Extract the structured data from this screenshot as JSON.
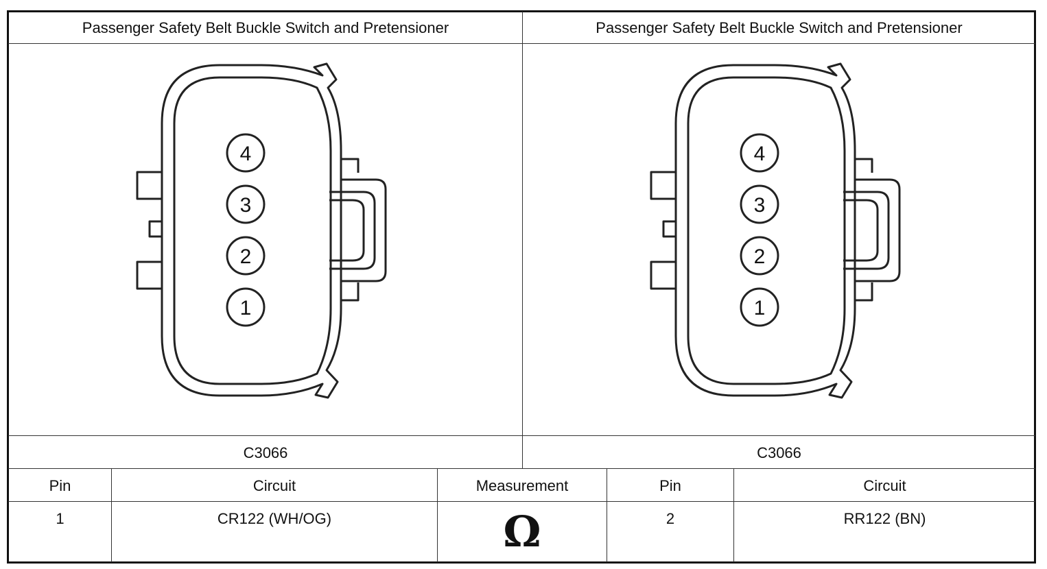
{
  "panels": [
    {
      "title": "Passenger Safety Belt Buckle Switch and Pretensioner",
      "connector_id": "C3066",
      "pins": [
        "4",
        "3",
        "2",
        "1"
      ]
    },
    {
      "title": "Passenger Safety Belt Buckle Switch and Pretensioner",
      "connector_id": "C3066",
      "pins": [
        "4",
        "3",
        "2",
        "1"
      ]
    }
  ],
  "table": {
    "headers": {
      "pin_a": "Pin",
      "circuit_a": "Circuit",
      "measurement": "Measurement",
      "pin_b": "Pin",
      "circuit_b": "Circuit"
    },
    "row": {
      "pin_a": "1",
      "circuit_a": "CR122 (WH/OG)",
      "measurement_symbol": "Ω",
      "pin_b": "2",
      "circuit_b": "RR122 (BN)"
    }
  }
}
